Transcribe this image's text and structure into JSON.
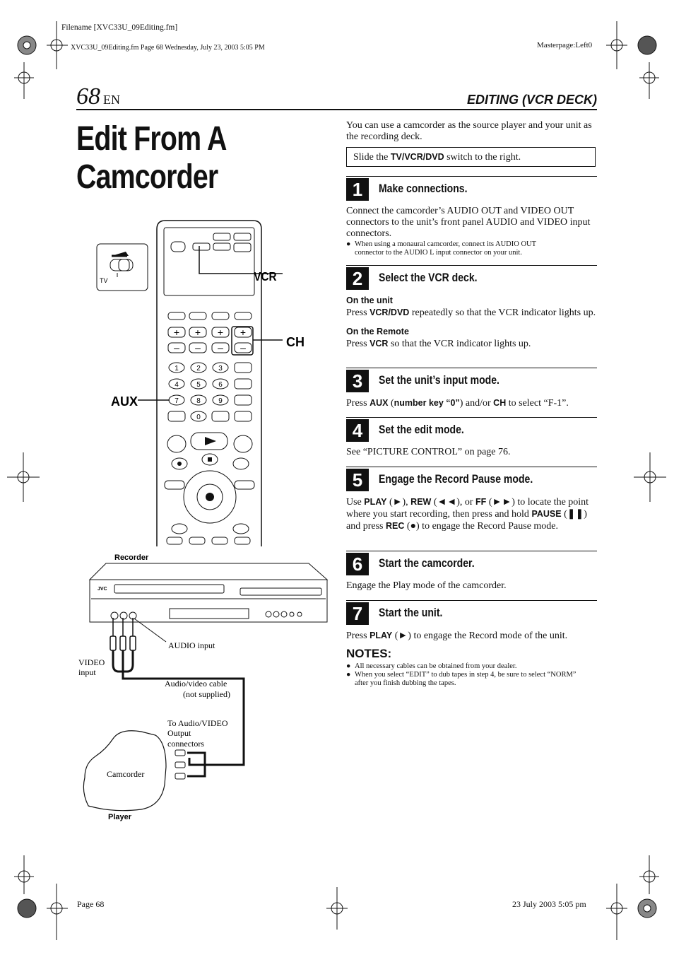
{
  "header": {
    "filename": "Filename [XVC33U_09Editing.fm]",
    "fileinfo": "XVC33U_09Editing.fm  Page 68  Wednesday, July 23, 2003  5:05 PM",
    "masterpage": "Masterpage:Left0",
    "page_number": "68",
    "page_lang": "EN",
    "section": "EDITING (VCR DECK)"
  },
  "title_line1": "Edit From A",
  "title_line2": "Camcorder",
  "intro": "You can use a camcorder as the source player and your unit as the recording deck.",
  "box": {
    "pre": "Slide the ",
    "bold": "TV/VCR/DVD",
    "post": " switch to the right."
  },
  "steps": [
    {
      "num": "1",
      "heading": "Make connections."
    },
    {
      "num": "2",
      "heading": "Select the VCR deck."
    },
    {
      "num": "3",
      "heading": "Set the unit’s input mode."
    },
    {
      "num": "4",
      "heading": "Set the edit mode."
    },
    {
      "num": "5",
      "heading": "Engage the Record Pause mode."
    },
    {
      "num": "6",
      "heading": "Start the camcorder."
    },
    {
      "num": "7",
      "heading": "Start the unit."
    }
  ],
  "step1": {
    "body": "Connect the camcorder’s AUDIO OUT and VIDEO OUT connectors to the unit’s front panel AUDIO and VIDEO input connectors.",
    "note": "When using a monaural camcorder, connect its AUDIO OUT connector to the AUDIO L input connector on your unit."
  },
  "step2": {
    "unit_head": "On the unit",
    "unit_pre": "Press ",
    "unit_bold": "VCR/DVD",
    "unit_post": " repeatedly so that the VCR indicator lights up.",
    "remote_head": "On the Remote",
    "remote_pre": "Press ",
    "remote_bold": "VCR",
    "remote_post": " so that the VCR indicator lights up."
  },
  "step3": {
    "t1": "Press ",
    "b1": "AUX",
    "t2": " (",
    "b2": "number key “0”",
    "t3": ") and/or ",
    "b3": "CH",
    "t4": " to select “F-1”."
  },
  "step4": {
    "body": "See “PICTURE CONTROL” on page 76."
  },
  "step5": {
    "t1": "Use ",
    "b1": "PLAY",
    "t2": " (►), ",
    "b2": "REW",
    "t3": " (◄◄), or ",
    "b3": "FF",
    "t4": " (►►) to locate the point where you start recording, then press and hold ",
    "b4": "PAUSE",
    "t5": " (❚❚) and press ",
    "b5": "REC",
    "t6": " (●) to engage the Record Pause mode."
  },
  "step6": {
    "body": "Engage the Play mode of the camcorder."
  },
  "step7": {
    "t1": "Press ",
    "b1": "PLAY",
    "t2": " (►) to engage the Record mode of the unit."
  },
  "notes": {
    "heading": "NOTES:",
    "items": [
      "All necessary cables can be obtained from your dealer.",
      "When you select “EDIT” to dub tapes in step 4, be sure to select “NORM” after you finish dubbing the tapes."
    ]
  },
  "figure": {
    "callout_vcr": "VCR",
    "callout_ch": "CH",
    "callout_aux": "AUX",
    "tv_label": "TV",
    "recorder": "Recorder",
    "brand": "JVC",
    "audio_input": "AUDIO input",
    "video_input_1": "VIDEO",
    "video_input_2": "input",
    "cable_1": "Audio/video cable",
    "cable_2": "(not supplied)",
    "to_av_1": "To Audio/VIDEO",
    "to_av_2": "Output",
    "to_av_3": "connectors",
    "camcorder": "Camcorder",
    "player": "Player"
  },
  "footer": {
    "page": "Page 68",
    "date": "23 July 2003 5:05 pm"
  }
}
